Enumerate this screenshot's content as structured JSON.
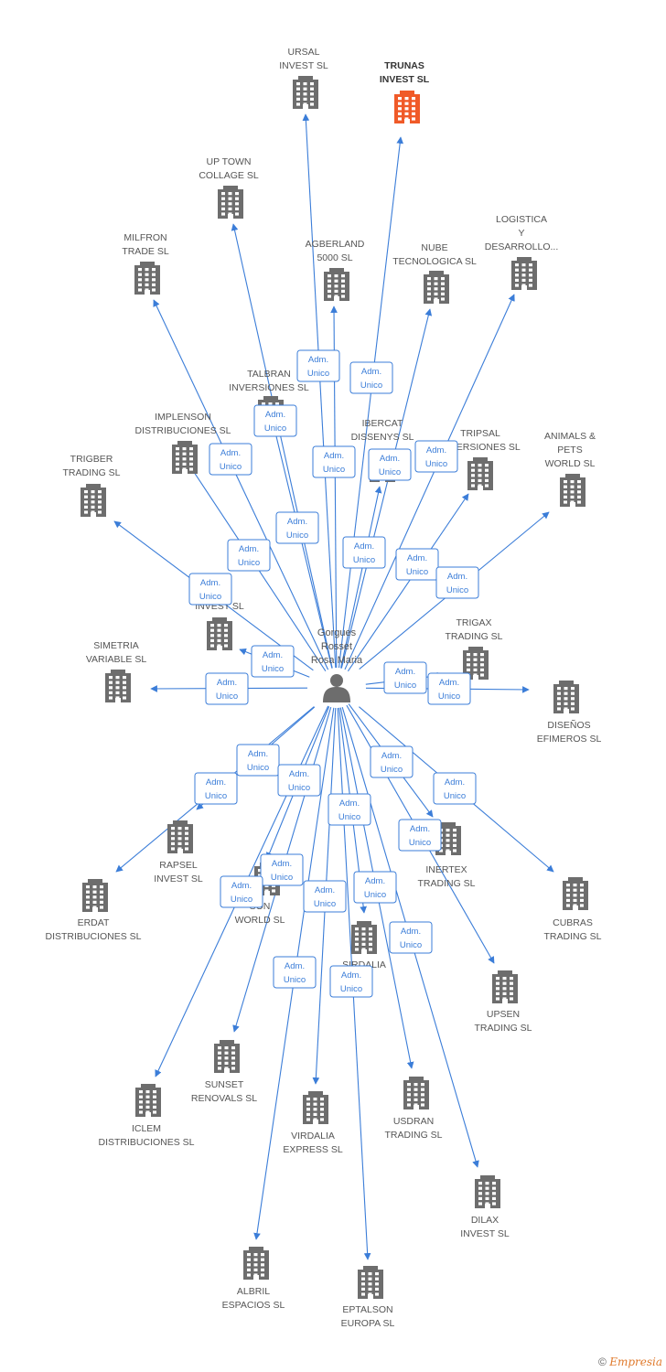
{
  "colors": {
    "edge": "#3b7dd8",
    "building": "#6d6d6d",
    "highlight_building": "#f05a28",
    "person": "#6d6d6d"
  },
  "center": {
    "name_lines": [
      "Gorgues",
      "Rosset",
      "Rosa Maria"
    ],
    "icon": "person-icon"
  },
  "role_label": [
    "Adm.",
    "Unico"
  ],
  "companies": [
    {
      "id": "ursal",
      "lines": [
        "URSAL",
        "INVEST SL"
      ],
      "highlight": false
    },
    {
      "id": "trunas",
      "lines": [
        "TRUNAS",
        "INVEST SL"
      ],
      "highlight": true
    },
    {
      "id": "uptown",
      "lines": [
        "UP TOWN",
        "COLLAGE SL"
      ],
      "highlight": false
    },
    {
      "id": "milfron",
      "lines": [
        "MILFRON",
        "TRADE SL"
      ],
      "highlight": false
    },
    {
      "id": "agberland",
      "lines": [
        "AGBERLAND",
        "5000 SL"
      ],
      "highlight": false
    },
    {
      "id": "nube",
      "lines": [
        "NUBE",
        "TECNOLOGICA SL"
      ],
      "highlight": false
    },
    {
      "id": "logistica",
      "lines": [
        "LOGISTICA",
        "Y",
        "DESARROLLO..."
      ],
      "highlight": false
    },
    {
      "id": "talbran",
      "lines": [
        "TALBRAN",
        "INVERSIONES SL"
      ],
      "highlight": false
    },
    {
      "id": "implenson",
      "lines": [
        "IMPLENSON",
        "DISTRIBUCIONES SL"
      ],
      "highlight": false
    },
    {
      "id": "ibercat",
      "lines": [
        "IBERCAT",
        "DISSENYS SL"
      ],
      "highlight": false
    },
    {
      "id": "tripsal",
      "lines": [
        "TRIPSAL",
        "INVERSIONES SL"
      ],
      "highlight": false
    },
    {
      "id": "animals",
      "lines": [
        "ANIMALS &",
        "PETS",
        "WORLD SL"
      ],
      "highlight": false
    },
    {
      "id": "trigber",
      "lines": [
        "TRIGBER",
        "TRADING SL"
      ],
      "highlight": false
    },
    {
      "id": "r_invest",
      "lines": [
        "R",
        "INVEST SL"
      ],
      "highlight": false
    },
    {
      "id": "trigax",
      "lines": [
        "TRIGAX",
        "TRADING SL"
      ],
      "highlight": false
    },
    {
      "id": "simetria",
      "lines": [
        "SIMETRIA",
        "VARIABLE SL"
      ],
      "highlight": false
    },
    {
      "id": "disenos",
      "lines": [
        "DISEÑOS",
        "EFIMEROS SL"
      ],
      "highlight": false
    },
    {
      "id": "rapsel",
      "lines": [
        "RAPSEL",
        "INVEST SL"
      ],
      "highlight": false
    },
    {
      "id": "erdat",
      "lines": [
        "ERDAT",
        "DISTRIBUCIONES SL"
      ],
      "highlight": false
    },
    {
      "id": "sonworld",
      "lines": [
        "SON",
        "WORLD SL"
      ],
      "highlight": false
    },
    {
      "id": "inertex",
      "lines": [
        "INERTEX",
        "TRADING SL"
      ],
      "highlight": false
    },
    {
      "id": "cubras",
      "lines": [
        "CUBRAS",
        "TRADING SL"
      ],
      "highlight": false
    },
    {
      "id": "sirdalia",
      "lines": [
        "SIRDALIA",
        "SL"
      ],
      "highlight": false
    },
    {
      "id": "upsen",
      "lines": [
        "UPSEN",
        "TRADING SL"
      ],
      "highlight": false
    },
    {
      "id": "sunset",
      "lines": [
        "SUNSET",
        "RENOVALS SL"
      ],
      "highlight": false
    },
    {
      "id": "iclem",
      "lines": [
        "ICLEM",
        "DISTRIBUCIONES SL"
      ],
      "highlight": false
    },
    {
      "id": "virdalia",
      "lines": [
        "VIRDALIA",
        "EXPRESS SL"
      ],
      "highlight": false
    },
    {
      "id": "usdran",
      "lines": [
        "USDRAN",
        "TRADING SL"
      ],
      "highlight": false
    },
    {
      "id": "dilax",
      "lines": [
        "DILAX",
        "INVEST SL"
      ],
      "highlight": false
    },
    {
      "id": "albril",
      "lines": [
        "ALBRIL",
        "ESPACIOS SL"
      ],
      "highlight": false
    },
    {
      "id": "eptalson",
      "lines": [
        "EPTALSON",
        "EUROPA SL"
      ],
      "highlight": false
    }
  ],
  "footer": {
    "copyright": "©",
    "brand": "Empresia"
  }
}
